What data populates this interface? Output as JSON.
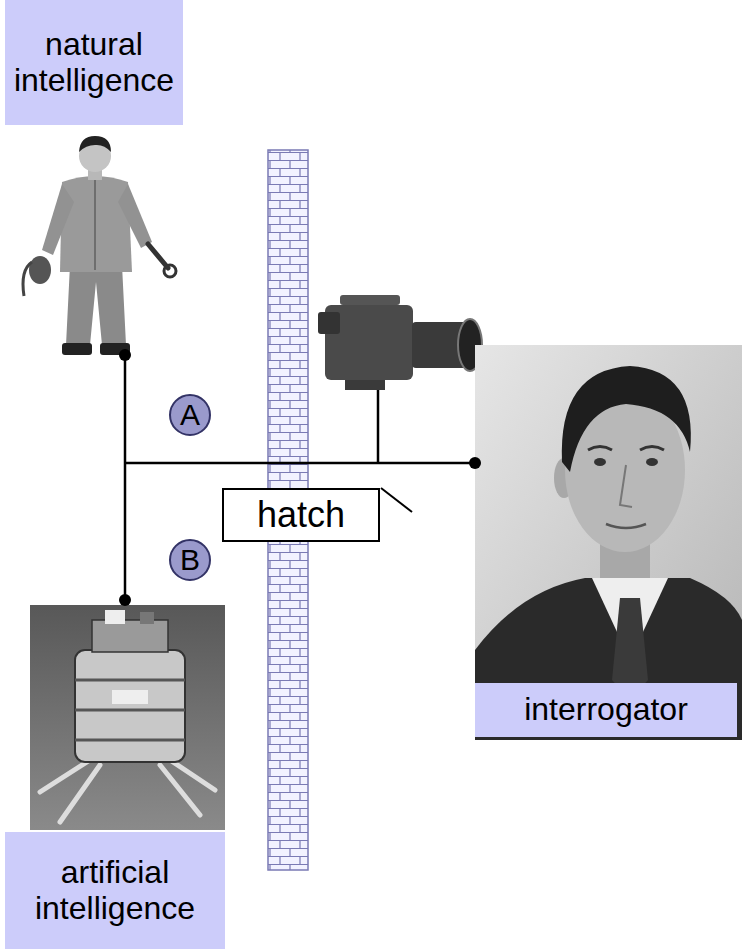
{
  "diagram": {
    "nodes": [
      {
        "text": [
          "natural intelligence"
        ]
      },
      {
        "text": [
          "A"
        ]
      },
      {
        "text": [
          "hatch"
        ]
      },
      {
        "text": [
          "B"
        ]
      },
      {
        "text": [
          "interrogator"
        ]
      },
      {
        "text": [
          "artificial intelligence"
        ]
      }
    ]
  }
}
